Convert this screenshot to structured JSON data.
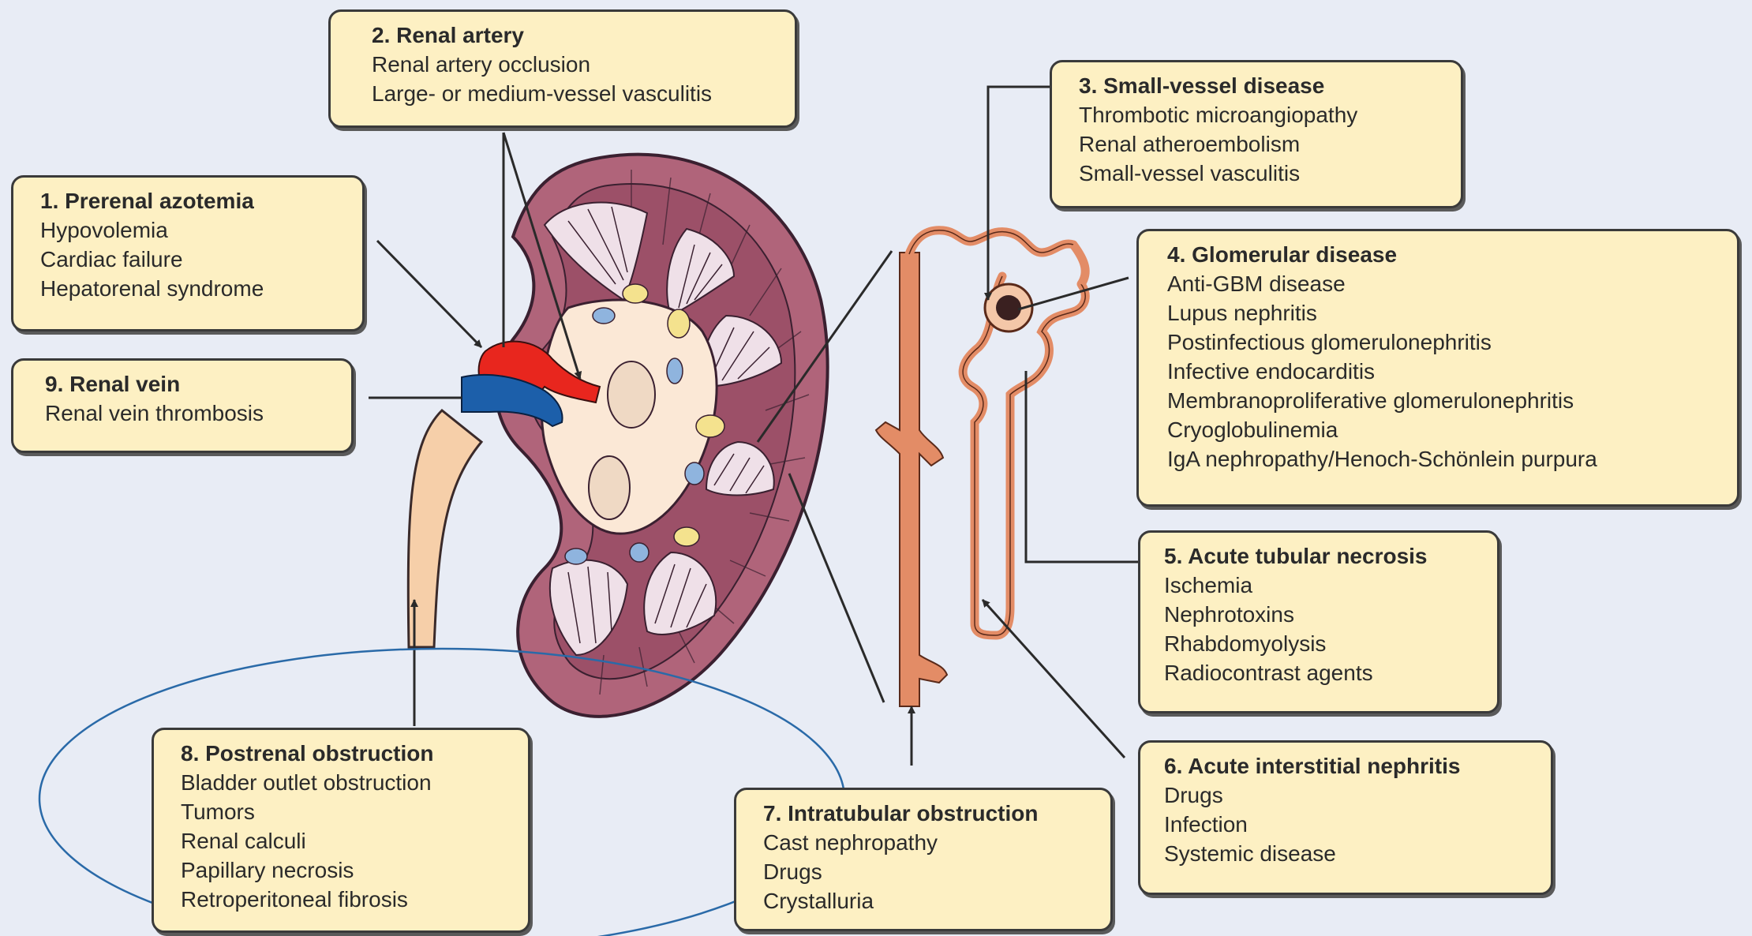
{
  "boxes": {
    "prerenal": {
      "title": "1. Prerenal azotemia",
      "items": [
        "Hypovolemia",
        "Cardiac failure",
        "Hepatorenal syndrome"
      ]
    },
    "renal_artery": {
      "title": "2. Renal artery",
      "items": [
        "Renal artery occlusion",
        "Large- or medium-vessel vasculitis"
      ]
    },
    "small_vessel": {
      "title": "3. Small-vessel disease",
      "items": [
        "Thrombotic microangiopathy",
        "Renal atheroembolism",
        "Small-vessel vasculitis"
      ]
    },
    "glomerular": {
      "title": "4. Glomerular disease",
      "items": [
        "Anti-GBM disease",
        "Lupus nephritis",
        "Postinfectious glomerulonephritis",
        "Infective endocarditis",
        "Membranoproliferative glomerulonephritis",
        "Cryoglobulinemia",
        "IgA nephropathy/Henoch-Schönlein purpura"
      ]
    },
    "atn": {
      "title": "5. Acute tubular necrosis",
      "items": [
        "Ischemia",
        "Nephrotoxins",
        "Rhabdomyolysis",
        "Radiocontrast agents"
      ]
    },
    "ain": {
      "title": "6. Acute interstitial nephritis",
      "items": [
        "Drugs",
        "Infection",
        "Systemic disease"
      ]
    },
    "intratubular": {
      "title": "7. Intratubular obstruction",
      "items": [
        "Cast nephropathy",
        "Drugs",
        "Crystalluria"
      ]
    },
    "postrenal": {
      "title": "8. Postrenal obstruction",
      "items": [
        "Bladder outlet obstruction",
        "Tumors",
        "Renal calculi",
        "Papillary necrosis",
        "Retroperitoneal fibrosis"
      ]
    },
    "renal_vein": {
      "title": "9. Renal vein",
      "items": [
        "Renal vein thrombosis"
      ]
    }
  },
  "colors": {
    "background": "#e8ecf5",
    "box_fill": "#fdf0c3",
    "cortex": "#b0647a",
    "pelvis": "#fbe8d6",
    "artery": "#e8261e",
    "vein": "#1c5faa",
    "tubule": "#e38c66",
    "annotation_ellipse": "#2a6aa8"
  }
}
